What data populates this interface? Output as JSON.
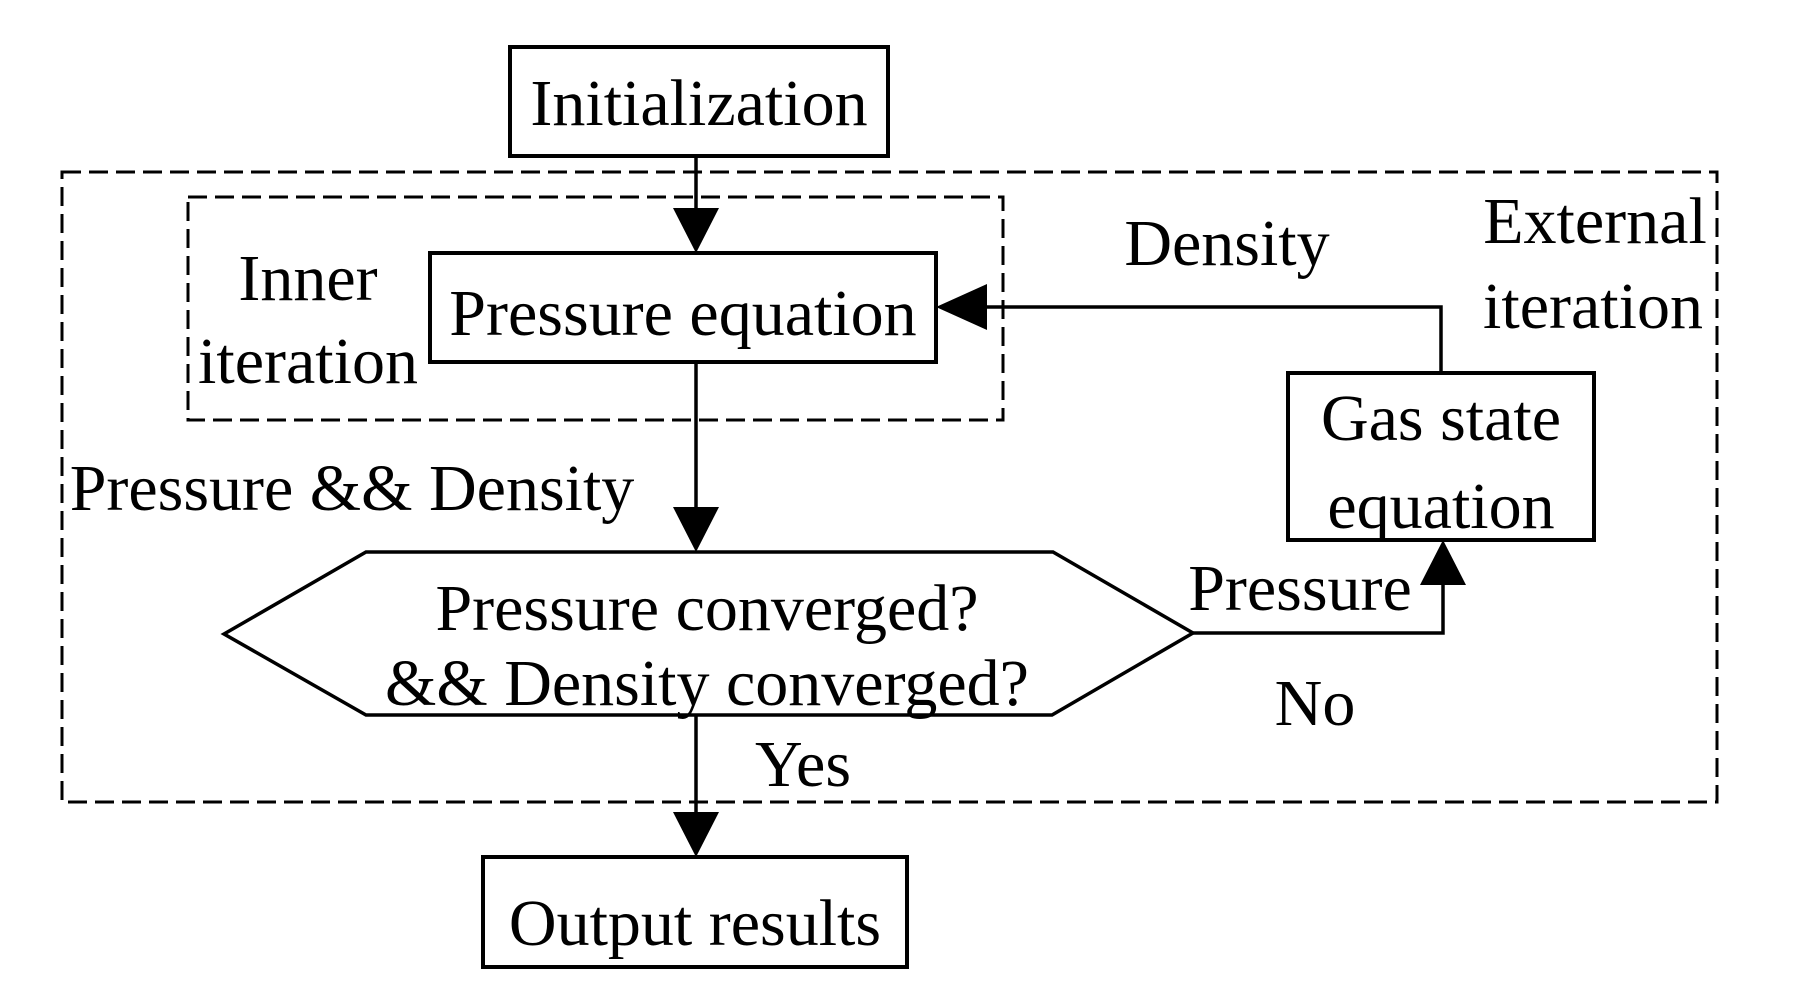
{
  "diagram": {
    "title_hint": "Pressure-density iterative solver flowchart",
    "colors": {
      "ink": "#000000",
      "paper": "#ffffff"
    },
    "nodes": {
      "initialization": {
        "label": "Initialization"
      },
      "pressure_equation": {
        "label": "Pressure equation"
      },
      "gas_state_equation": {
        "line1": "Gas state",
        "line2": "equation"
      },
      "decision": {
        "line1": "Pressure converged?",
        "line2": "&& Density converged?"
      },
      "output_results": {
        "label": "Output results"
      }
    },
    "groups": {
      "inner_iteration": {
        "line1": "Inner",
        "line2": "iteration"
      },
      "external_iteration": {
        "line1": "External",
        "line2": "iteration"
      }
    },
    "edge_labels": {
      "density": "Density",
      "pressure_and_density": "Pressure && Density",
      "pressure": "Pressure",
      "no": "No",
      "yes": "Yes"
    }
  }
}
